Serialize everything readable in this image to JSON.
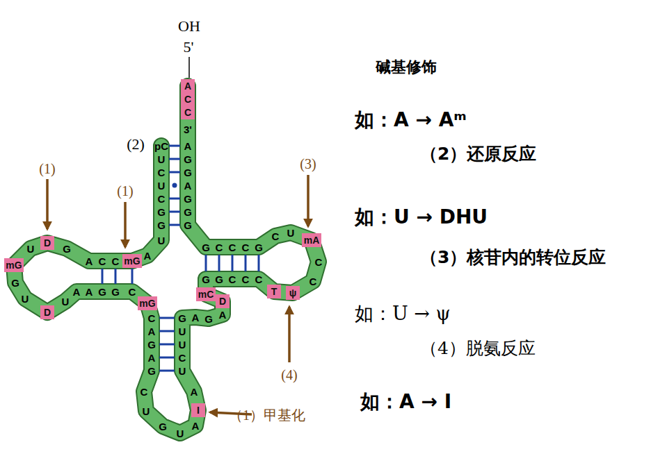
{
  "diagram": {
    "title": "碱基修饰",
    "nodes": [
      {
        "text": [
          "mG"
        ]
      },
      {
        "text": [
          "D"
        ]
      },
      {
        "text": [
          "mG"
        ]
      },
      {
        "text": [
          "D"
        ]
      },
      {
        "text": [
          "mG"
        ]
      },
      {
        "text": [
          "I"
        ]
      },
      {
        "text": [
          "D"
        ]
      },
      {
        "text": [
          "mC"
        ]
      },
      {
        "text": [
          "T"
        ]
      },
      {
        "text": [
          "ψ"
        ]
      },
      {
        "text": [
          "mA"
        ]
      },
      {
        "text": [
          "C"
        ]
      },
      {
        "text": [
          "C"
        ]
      },
      {
        "text": [
          "A"
        ]
      }
    ],
    "labels": [
      "pC",
      "U",
      "C",
      "U",
      "C",
      "G",
      "G",
      "U",
      "A",
      "C",
      "C",
      "A",
      "G",
      "U",
      "G",
      "U",
      "U",
      "A",
      "A",
      "G",
      "G",
      "C",
      "C",
      "A",
      "G",
      "A",
      "G",
      "C",
      "U",
      "G",
      "U",
      "A",
      "A",
      "U",
      "C",
      "U",
      "U",
      "G",
      "A",
      "G",
      "A",
      "G",
      "G",
      "C",
      "C",
      "C",
      "C",
      "C",
      "U",
      "C",
      "G",
      "C",
      "C",
      "C",
      "G",
      "G",
      "G",
      "G",
      "A",
      "G",
      "G",
      "A",
      "3'",
      "OH",
      "5'",
      "(2)",
      "(1)",
      "(1)",
      "(3)",
      "(4)",
      "（1）甲基化",
      "如：A → Aᵐ",
      "（2）还原反应",
      "如：U → DHU",
      "（3）核苷内的转位反应",
      "如：U → ψ",
      "（4）脱氨反应",
      "如：A → I"
    ]
  }
}
